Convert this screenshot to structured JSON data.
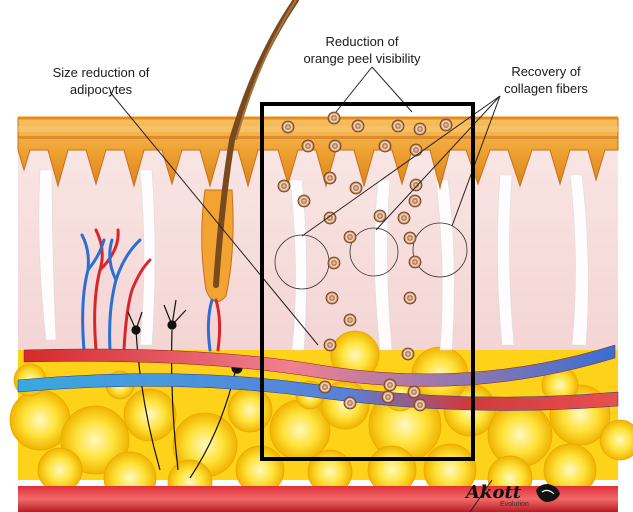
{
  "labels": {
    "orange_peel": [
      "Reduction of",
      "orange peel visibility"
    ],
    "adipocytes": [
      "Size reduction of",
      "adipocytes"
    ],
    "collagen": [
      "Recovery of",
      "collagen fibers"
    ]
  },
  "brand": {
    "name": "Akott",
    "tagline": "Evolution"
  },
  "colors": {
    "epidermis": "#f2a02a",
    "dermis": "#f7dede",
    "fat": "#ffd21a",
    "artery": "#d8262c",
    "vein": "#2a6fd1",
    "frame": "#000000",
    "hair": "#7a4a1e"
  },
  "icons": {
    "logo": "lion-head-icon"
  }
}
